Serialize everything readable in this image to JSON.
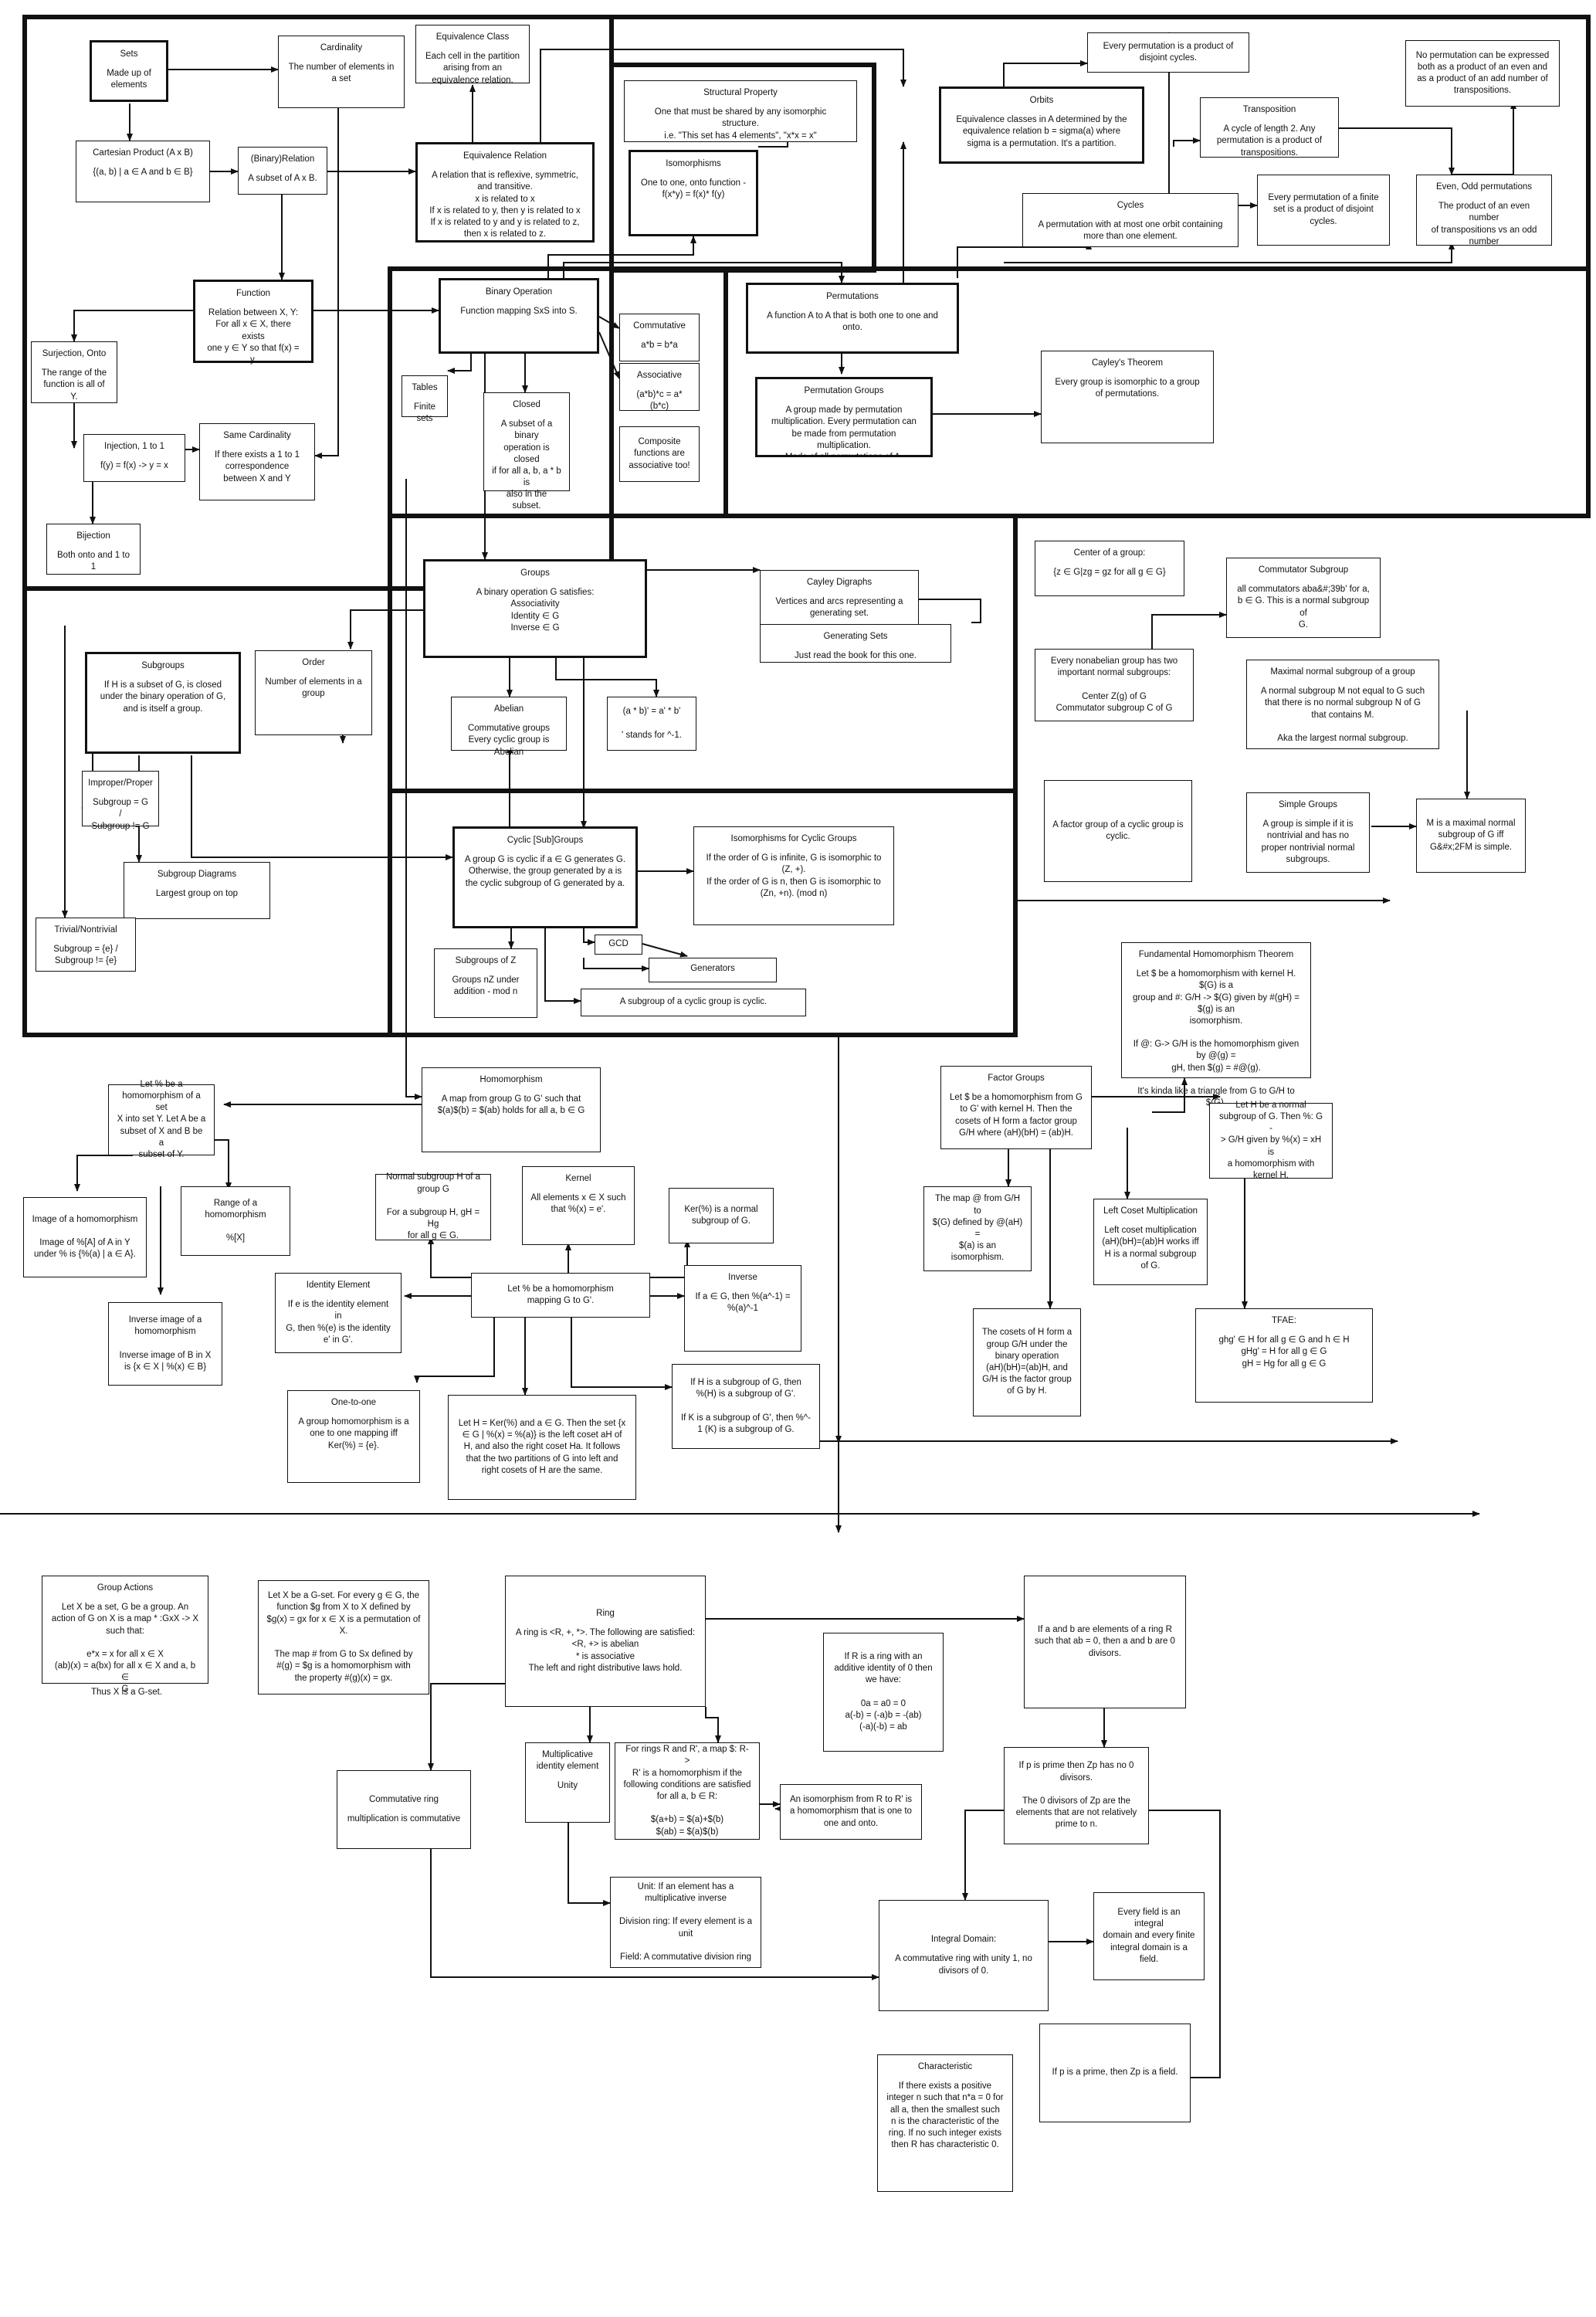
{
  "nodes": {
    "sets": {
      "title": "Sets",
      "body": "Made up of\nelements"
    },
    "cardinality": {
      "title": "Cardinality",
      "body": "The number of elements in\na set"
    },
    "equivalence_class": {
      "title": "Equivalence Class",
      "body": "Each cell in the partition\narising from an\nequivalence relation."
    },
    "cartesian_product": {
      "title": "Cartesian Product (A x B)",
      "body": "{(a, b) | a ∈ A and b ∈ B}"
    },
    "binary_relation": {
      "title": "(Binary)Relation",
      "body": "A subset of A x B."
    },
    "equivalence_relation": {
      "title": "Equivalence Relation",
      "body": "A relation that is reflexive, symmetric,\nand transitive.\nx is related to x\nIf x is related to y, then y is related to x\nIf x is related to y and y is related to z,\nthen x is related to z."
    },
    "structural_property": {
      "title": "Structural Property",
      "body": "One that must be shared by any isomorphic\nstructure.\ni.e. \"This set has 4 elements\", \"x*x = x\""
    },
    "isomorphisms": {
      "title": "Isomorphisms",
      "body": "One to one, onto function -\nf(x*y) = f(x)* f(y)"
    },
    "function": {
      "title": "Function",
      "body": "Relation between X, Y:\nFor all x ∈ X, there exists\none y ∈ Y so that f(x) = y."
    },
    "surjection": {
      "title": "Surjection, Onto",
      "body": "The range of the\nfunction is all of Y."
    },
    "injection": {
      "title": "Injection, 1 to 1",
      "body": "f(y) = f(x) -> y = x"
    },
    "same_cardinality": {
      "title": "Same Cardinality",
      "body": "If there exists a 1 to 1\ncorrespondence\nbetween X and Y"
    },
    "bijection": {
      "title": "Bijection",
      "body": "Both onto and 1 to 1"
    },
    "binary_operation": {
      "title": "Binary Operation",
      "body": "Function mapping SxS into S."
    },
    "tables": {
      "title": "Tables",
      "body": "Finite sets"
    },
    "closed": {
      "title": "Closed",
      "body": "A subset of a binary\noperation is closed\nif for all a, b, a * b is\nalso in the subset."
    },
    "commutative": {
      "title": "Commutative",
      "body": "a*b = b*a"
    },
    "associative": {
      "title": "Associative",
      "body": "(a*b)*c = a*(b*c)"
    },
    "composite_functions": {
      "title": "",
      "body": "Composite\nfunctions are\nassociative too!"
    },
    "permutations": {
      "title": "Permutations",
      "body": "A function A to A that is both one to one and\nonto."
    },
    "permutation_groups": {
      "title": "Permutation Groups",
      "body": "A group made by permutation\nmultiplication. Every permutation can\nbe made from permutation\nmultiplication.\nMade of all permutations of A."
    },
    "cayleys_theorem": {
      "title": "Cayley's Theorem",
      "body": "Every group is isomorphic to a group\nof permutations."
    },
    "every_perm_disjoint": {
      "title": "",
      "body": "Every permutation is a product of\ndisjoint cycles."
    },
    "orbits": {
      "title": "Orbits",
      "body": "Equivalence classes in A determined by the\nequivalence relation b = sigma(a) where\nsigma is a permutation. It's a partition."
    },
    "transposition": {
      "title": "Transposition",
      "body": "A cycle of length 2. Any\npermutation is a product of\ntranspositions."
    },
    "cycles": {
      "title": "Cycles",
      "body": "A permutation with at most one orbit containing\nmore than one element."
    },
    "every_perm_finite": {
      "title": "",
      "body": "Every permutation of a finite\nset is a product of disjoint\ncycles."
    },
    "no_perm_even_odd": {
      "title": "",
      "body": "No permutation can be expressed\nboth as a product of an even and\nas a product of an add number of\ntranspositions."
    },
    "even_odd": {
      "title": "Even, Odd permutations",
      "body": "The product of an even number\nof transpositions vs an odd\nnumber"
    },
    "groups": {
      "title": "Groups",
      "body": "A binary operation G satisfies:\nAssociativity\nIdentity ∈ G\nInverse ∈ G"
    },
    "cayley_digraphs": {
      "title": "Cayley Digraphs",
      "body": "Vertices and arcs representing a\ngenerating set."
    },
    "generating_sets": {
      "title": "Generating Sets",
      "body": "Just read the book for this one."
    },
    "abelian": {
      "title": "Abelian",
      "body": "Commutative groups\nEvery cyclic group is\nAbelian"
    },
    "inverse_note": {
      "title": "",
      "body": "(a * b)' = a' * b'\n\n' stands for ^-1."
    },
    "subgroups": {
      "title": "Subgroups",
      "body": "If H is a subset of G, is closed\nunder the binary operation of G,\nand is itself a group."
    },
    "order": {
      "title": "Order",
      "body": "Number of elements in a\ngroup"
    },
    "improper_proper": {
      "title": "Improper/Proper",
      "body": "Subgroup = G /\nSubgroup != G"
    },
    "subgroup_diagrams": {
      "title": "Subgroup Diagrams",
      "body": "Largest group on top"
    },
    "trivial": {
      "title": "Trivial/Nontrivial",
      "body": "Subgroup = {e} /\nSubgroup != {e}"
    },
    "cyclic_subgroups": {
      "title": "Cyclic [Sub]Groups",
      "body": "A group G is cyclic if a ∈ G generates G.\nOtherwise, the group generated by a is\nthe cyclic subgroup of G generated by a."
    },
    "iso_cyclic": {
      "title": "Isomorphisms for Cyclic Groups",
      "body": "If the order of G is infinite, G is isomorphic to\n(Z, +).\nIf the order of G is n, then G is isomorphic to\n(Zn, +n). (mod n)"
    },
    "subgroups_of_z": {
      "title": "Subgroups of Z",
      "body": "Groups nZ under\naddition - mod n"
    },
    "gcd": {
      "title": "GCD",
      "body": ""
    },
    "generators": {
      "title": "Generators",
      "body": ""
    },
    "subgroup_cyclic_is_cyclic": {
      "title": "",
      "body": "A subgroup of a cyclic group is cyclic."
    },
    "center": {
      "title": "Center of a group:",
      "body": "{z ∈ G|zg = gz for all g ∈ G}"
    },
    "commutator_subgroup": {
      "title": "Commutator Subgroup",
      "body": "all commutators aba&#;39b' for a,\nb ∈ G. This is a normal subgroup of\nG."
    },
    "nonabelian": {
      "title": "",
      "body": "Every nonabelian group has two\nimportant normal subgroups:\n\nCenter Z(g) of G\nCommutator subgroup C of G"
    },
    "maximal_normal": {
      "title": "Maximal normal subgroup of a group",
      "body": "A normal subgroup M not equal to G such\nthat there is no normal subgroup N of G\nthat contains M.\n\nAka the largest normal subgroup."
    },
    "factor_cyclic": {
      "title": "",
      "body": "A factor group of a cyclic group is\ncyclic."
    },
    "simple_groups": {
      "title": "Simple Groups",
      "body": "A group is simple if it is\nnontrivial and has no\nproper nontrivial normal\nsubgroups."
    },
    "m_maximal": {
      "title": "",
      "body": "M is a maximal normal\nsubgroup of G iff\nG&#x;2FM is simple."
    },
    "fht": {
      "title": "Fundamental Homomorphism Theorem",
      "body": "Let $ be a homomorphism with kernel H. $(G) is a\ngroup and #: G/H -> $(G) given by #(gH) = $(g) is an\nisomorphism.\n\nIf @: G-> G/H is the homomorphism given by @(g) =\ngH, then $(g) = #@(g).\n\nIt's kinda like a triangle from G to G/H to $(G)."
    },
    "let_pct": {
      "title": "",
      "body": "Let % be a\nhomomorphism of a set\nX into set Y. Let A be a\nsubset of X and B be a\nsubset of Y."
    },
    "homomorphism": {
      "title": "Homomorphism",
      "body": "A map from group G to G' such that\n$(a)$(b) = $(ab) holds for all a, b ∈ G"
    },
    "factor_groups": {
      "title": "Factor Groups",
      "body": "Let $ be a homomorphism from G\nto G' with kernel H. Then the\ncosets of H form a factor group\nG/H where (aH)(bH) = (ab)H."
    },
    "let_h_normal": {
      "title": "",
      "body": "Let H be a normal\nsubgroup of G. Then %: G -\n> G/H given by %(x) = xH is\na homomorphism with\nkernel H."
    },
    "image_hom": {
      "title": "",
      "body": "Image of a homomorphism\n\nImage of %[A] of A in Y\nunder % is {%(a) | a ∈ A}."
    },
    "range_hom": {
      "title": "",
      "body": "Range of a\nhomomorphism\n\n%[X]"
    },
    "normal_subgroup": {
      "title": "",
      "body": "Normal subgroup H of a\ngroup G\n\nFor a subgroup H, gH = Hg\nfor all g ∈ G."
    },
    "kernel": {
      "title": "Kernel",
      "body": "All elements x ∈ X such\nthat %(x) = e'."
    },
    "ker_normal": {
      "title": "",
      "body": "Ker(%) is a normal\nsubgroup of G."
    },
    "identity_element": {
      "title": "Identity Element",
      "body": "If e is the identity element in\nG, then %(e) is the identity\ne' in G'."
    },
    "let_pct_hom": {
      "title": "",
      "body": "Let % be a homomorphism\nmapping G to G'."
    },
    "inverse": {
      "title": "Inverse",
      "body": "If a ∈ G, then %(a^-1) =\n%(a)^-1"
    },
    "inverse_image": {
      "title": "",
      "body": "Inverse image of a\nhomomorphism\n\nInverse image of B in X\nis {x ∈ X | %(x) ∈ B}"
    },
    "one_to_one": {
      "title": "One-to-one",
      "body": "A group homomorphism is a\none to one mapping iff\nKer(%) = {e}."
    },
    "let_h_ker": {
      "title": "",
      "body": "Let H = Ker(%) and a ∈ G. Then the set {x\n∈ G | %(x) = %(a)} is the left coset aH of\nH, and also the right coset Ha. It follows\nthat the two partitions of G into left and\nright cosets of H are the same."
    },
    "if_h_subgroup": {
      "title": "",
      "body": "If H is a subgroup of G, then\n%(H) is a subgroup of G'.\n\nIf K is a subgroup of G', then %^-\n1 (K) is a subgroup of G."
    },
    "map_g_h": {
      "title": "",
      "body": "The map @ from G/H to\n$(G) defined by @(aH) =\n$(a) is an isomorphism."
    },
    "left_coset": {
      "title": "Left Coset Multiplication",
      "body": "Left coset multiplication\n(aH)(bH)=(ab)H works iff\nH is a normal subgroup\nof G."
    },
    "cosets_form": {
      "title": "",
      "body": "The cosets of H form a\ngroup G/H under the\nbinary operation\n(aH)(bH)=(ab)H, and\nG/H is the factor group\nof G by H."
    },
    "tfae": {
      "title": "TFAE:",
      "body": "ghg' ∈ H for all g ∈ G and h ∈ H\ngHg' = H for all g ∈ G\ngH = Hg for all g ∈ G"
    },
    "group_actions": {
      "title": "Group Actions",
      "body": "Let X be a set, G be a group. An\naction of G on X is a map * :GxX -> X\nsuch that:\n\ne*x = x for all x ∈ X\n(ab)(x) = a(bx) for all x ∈ X and a, b ∈\nG"
    },
    "g_set": {
      "title": "",
      "body": "Let X be a G-set. For every g ∈ G, the\nfunction $g from X to X defined by\n$g(x) = gx for x ∈ X is a permutation of\nX.\n\nThe map # from G to Sx defined by\n#(g) = $g is a homomorphism with\nthe property #(g)(x) = gx."
    },
    "ring": {
      "title": "Ring",
      "body": "A ring is <R, +, *>. The following are satisfied:\n<R, +> is abelian\n* is associative\nThe left and right distributive laws hold."
    },
    "r_additive": {
      "title": "",
      "body": "If R is a ring with an\nadditive identity of 0 then\nwe have:\n\n0a = a0 = 0\na(-b) = (-a)b = -(ab)\n(-a)(-b) = ab"
    },
    "zero_divisors": {
      "title": "",
      "body": "If a and b are elements of a ring R\nsuch that ab = 0, then a and b are 0\ndivisors."
    },
    "commutative_ring": {
      "title": "Commutative ring",
      "body": "multiplication is commutative"
    },
    "multiplicative_identity": {
      "title": "Multiplicative\nidentity element",
      "body": "Unity"
    },
    "rings_hom": {
      "title": "",
      "body": "For rings R and R', a map $: R->\nR' is a homomorphism if the\nfollowing conditions are satisfied\nfor all a, b ∈ R:\n\n$(a+b) = $(a)+$(b)\n$(ab) = $(a)$(b)"
    },
    "iso_rings": {
      "title": "",
      "body": "An isomorphism from R to R' is\na homomorphism that is one to\none and onto."
    },
    "zp_prime": {
      "title": "",
      "body": "If p is prime then Zp has no 0\ndivisors.\n\nThe 0 divisors of Zp are the\nelements that are not relatively\nprime to n."
    },
    "unit": {
      "title": "",
      "body": "Unit: If an element has a\nmultiplicative inverse\n\nDivision ring: If every element is a\nunit\n\nField: A commutative division ring"
    },
    "integral_domain": {
      "title": "Integral Domain:",
      "body": "A commutative ring with unity 1, no\ndivisors of 0."
    },
    "every_field": {
      "title": "",
      "body": "Every field is an integral\ndomain and every finite\nintegral domain is a\nfield."
    },
    "zp_field": {
      "title": "",
      "body": "If p is a prime, then Zp is a field."
    },
    "characteristic": {
      "title": "Characteristic",
      "body": "If there exists a positive\ninteger n such that n*a = 0 for\nall a, then the smallest such\nn is the characteristic of the\nring. If no such integer exists\nthen R has characteristic 0."
    },
    "g_set_label": {
      "title": "",
      "body": "Thus X is a G-set."
    }
  },
  "colors": {
    "ink": "#111111",
    "background": "#ffffff"
  }
}
